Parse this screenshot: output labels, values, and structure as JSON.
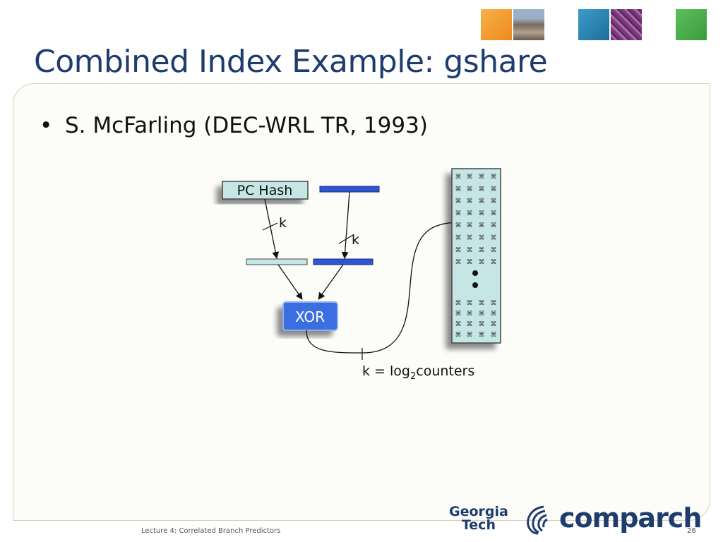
{
  "slide": {
    "title": "Combined Index Example: gshare",
    "bullet": "S. McFarling (DEC-WRL TR, 1993)",
    "bullet_marker": "•",
    "footer": "Lecture 4: Correlated Branch Predictors",
    "page_number": "26"
  },
  "diagram": {
    "pc_hash_label": "PC Hash",
    "k_label_1": "k",
    "k_label_2": "k",
    "xor_label": "XOR",
    "k_eq_prefix": "k = log",
    "k_eq_sub": "2",
    "k_eq_suffix": "counters",
    "counter_glyph": "⌘",
    "colors": {
      "dark_blue_bar": "#2f55d4",
      "light_teal_bar": "#c6e6e6",
      "xor_fill": "#3a6ee0",
      "table_fill": "#c6e6e6"
    }
  },
  "logos": {
    "georgia": "Georgia",
    "tech": "Tech",
    "comparch": "comparch"
  },
  "header_tiles": {
    "colors": [
      "#f39a2b",
      "#8a9bb0",
      "#2b86b6",
      "#9a4a8a",
      "#4caf50"
    ]
  }
}
